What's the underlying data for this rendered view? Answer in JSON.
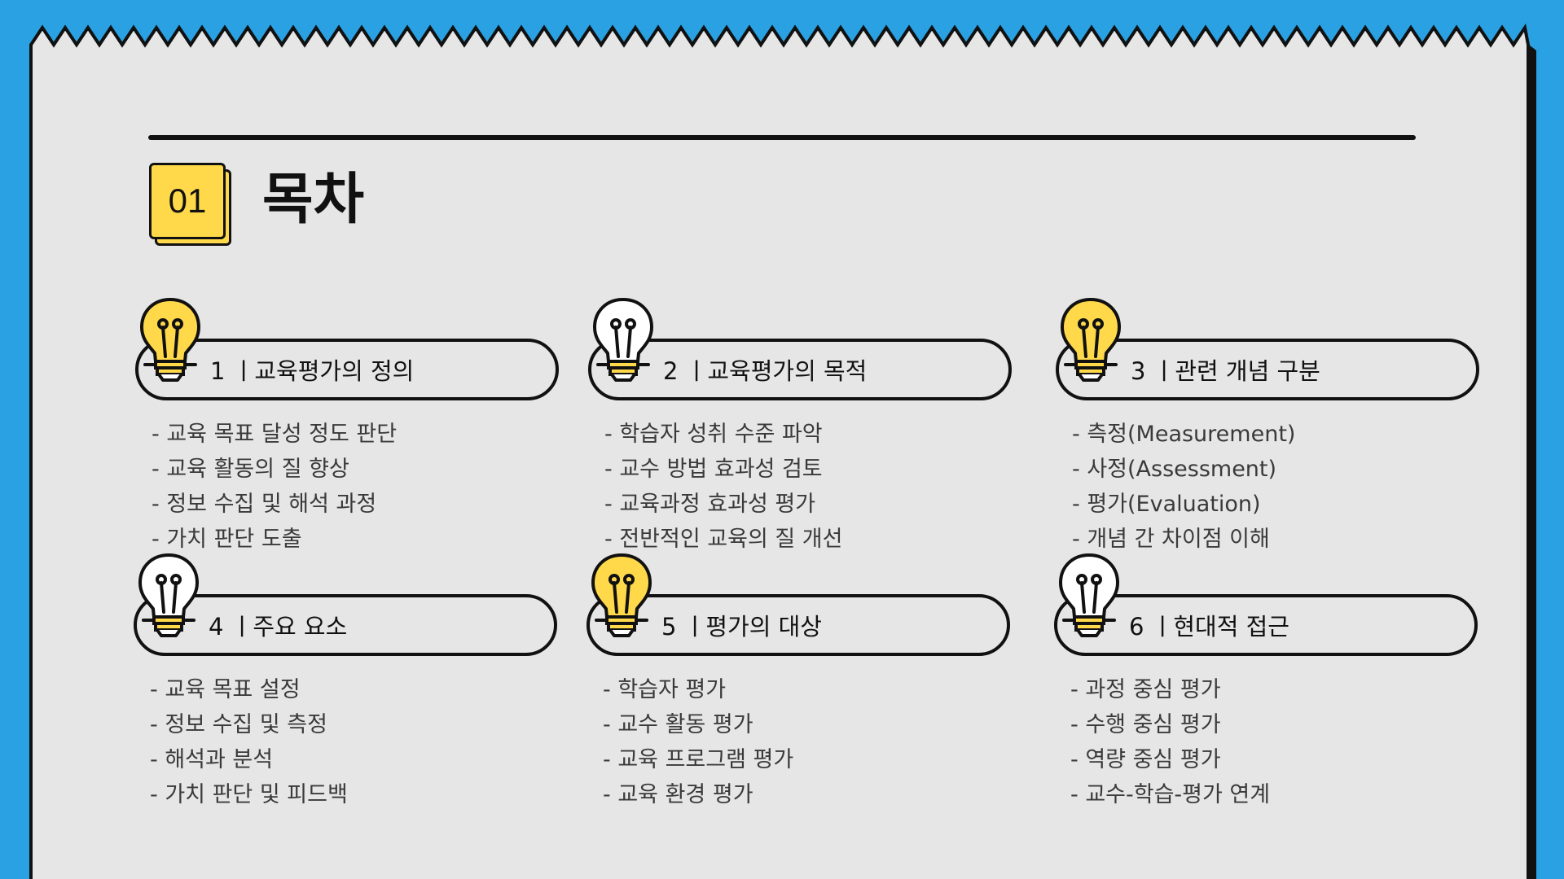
{
  "section": {
    "number": "01",
    "title": "목차"
  },
  "colors": {
    "background": "#2aa1e3",
    "paper": "#e6e6e6",
    "accent": "#ffd94a",
    "ink": "#111111"
  },
  "cards": [
    {
      "label": "1 ㅣ교육평가의 정의",
      "bulb": "lit",
      "icon": "lightbulb-icon",
      "items": [
        "- 교육 목표 달성 정도 판단",
        "- 교육 활동의 질 향상",
        "- 정보 수집 및 해석 과정",
        "- 가치 판단 도출"
      ]
    },
    {
      "label": "2 ㅣ교육평가의 목적",
      "bulb": "unlit",
      "icon": "lightbulb-icon",
      "items": [
        "- 학습자 성취 수준 파악",
        "- 교수 방법 효과성 검토",
        "- 교육과정 효과성 평가",
        "- 전반적인 교육의 질 개선"
      ]
    },
    {
      "label": "3 ㅣ관련 개념 구분",
      "bulb": "lit",
      "icon": "lightbulb-icon",
      "items": [
        "- 측정(Measurement)",
        "- 사정(Assessment)",
        "- 평가(Evaluation)",
        "- 개념 간 차이점 이해"
      ]
    },
    {
      "label": "4 ㅣ주요 요소",
      "bulb": "unlit",
      "icon": "lightbulb-icon",
      "items": [
        "- 교육 목표 설정",
        "- 정보 수집 및 측정",
        "- 해석과 분석",
        "- 가치 판단 및 피드백"
      ]
    },
    {
      "label": "5 ㅣ평가의 대상",
      "bulb": "lit",
      "icon": "lightbulb-icon",
      "items": [
        "- 학습자 평가",
        "- 교수 활동 평가",
        "- 교육 프로그램 평가",
        "- 교육 환경 평가"
      ]
    },
    {
      "label": "6 ㅣ현대적 접근",
      "bulb": "unlit",
      "icon": "lightbulb-icon",
      "items": [
        "- 과정 중심 평가",
        "- 수행 중심 평가",
        "- 역량 중심 평가",
        "- 교수-학습-평가 연계"
      ]
    }
  ]
}
